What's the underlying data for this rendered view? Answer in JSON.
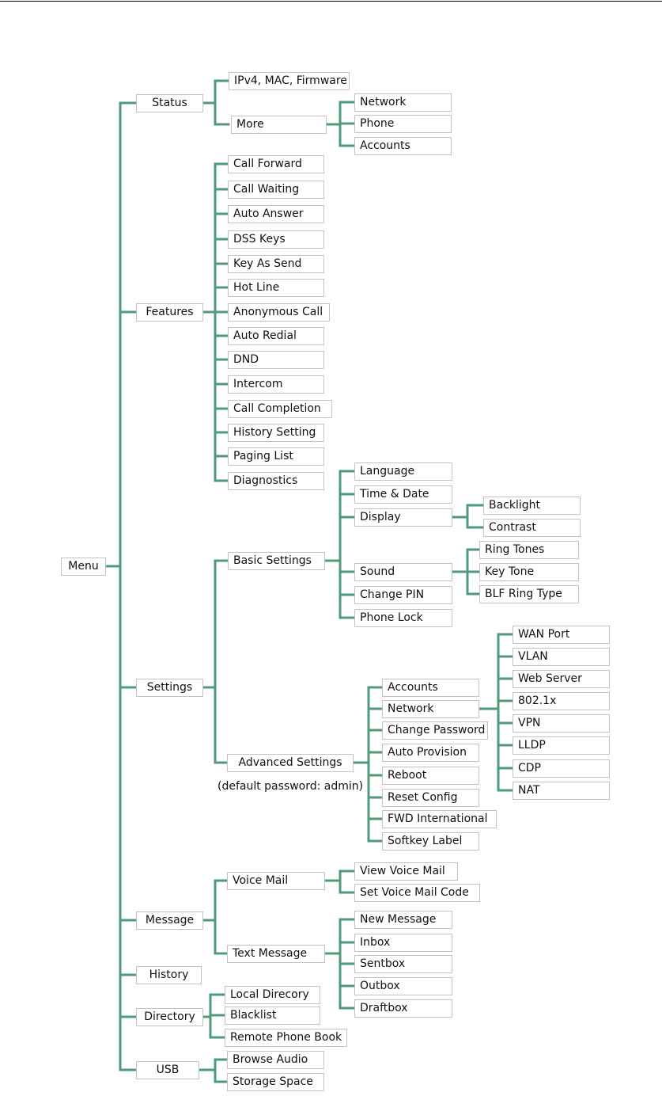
{
  "root": "Menu",
  "status": {
    "label": "Status",
    "items": [
      "IPv4, MAC, Firmware",
      "More"
    ],
    "more": [
      "Network",
      "Phone",
      "Accounts"
    ]
  },
  "features": {
    "label": "Features",
    "items": [
      "Call Forward",
      "Call Waiting",
      "Auto Answer",
      "DSS Keys",
      "Key As Send",
      "Hot Line",
      "Anonymous Call",
      "Auto Redial",
      "DND",
      "Intercom",
      "Call Completion",
      "History Setting",
      "Paging List",
      "Diagnostics"
    ]
  },
  "settings": {
    "label": "Settings",
    "basic": {
      "label": "Basic Settings",
      "items": [
        "Language",
        "Time & Date",
        "Display",
        "Sound",
        "Change PIN",
        "Phone Lock"
      ],
      "display": [
        "Backlight",
        "Contrast"
      ],
      "sound": [
        "Ring Tones",
        "Key Tone",
        "BLF Ring Type"
      ]
    },
    "advanced": {
      "label": "Advanced Settings",
      "note": "(default password: admin)",
      "items": [
        "Accounts",
        "Network",
        "Change Password",
        "Auto Provision",
        "Reboot",
        "Reset Config",
        "FWD International",
        "Softkey Label"
      ],
      "network": [
        "WAN Port",
        "VLAN",
        "Web Server",
        "802.1x",
        "VPN",
        "LLDP",
        "CDP",
        "NAT"
      ]
    }
  },
  "message": {
    "label": "Message",
    "voice_mail": {
      "label": "Voice Mail",
      "items": [
        "View Voice Mail",
        "Set Voice Mail Code"
      ]
    },
    "text_message": {
      "label": "Text Message",
      "items": [
        "New Message",
        "Inbox",
        "Sentbox",
        "Outbox",
        "Draftbox"
      ]
    }
  },
  "history": {
    "label": "History"
  },
  "directory": {
    "label": "Directory",
    "items": [
      "Local Direcory",
      "Blacklist",
      "Remote Phone Book"
    ]
  },
  "usb": {
    "label": "USB",
    "items": [
      "Browse Audio",
      "Storage Space"
    ]
  },
  "colors": {
    "line": "#4f9a78",
    "box_border": "#c3c3c3",
    "text": "#111111"
  }
}
